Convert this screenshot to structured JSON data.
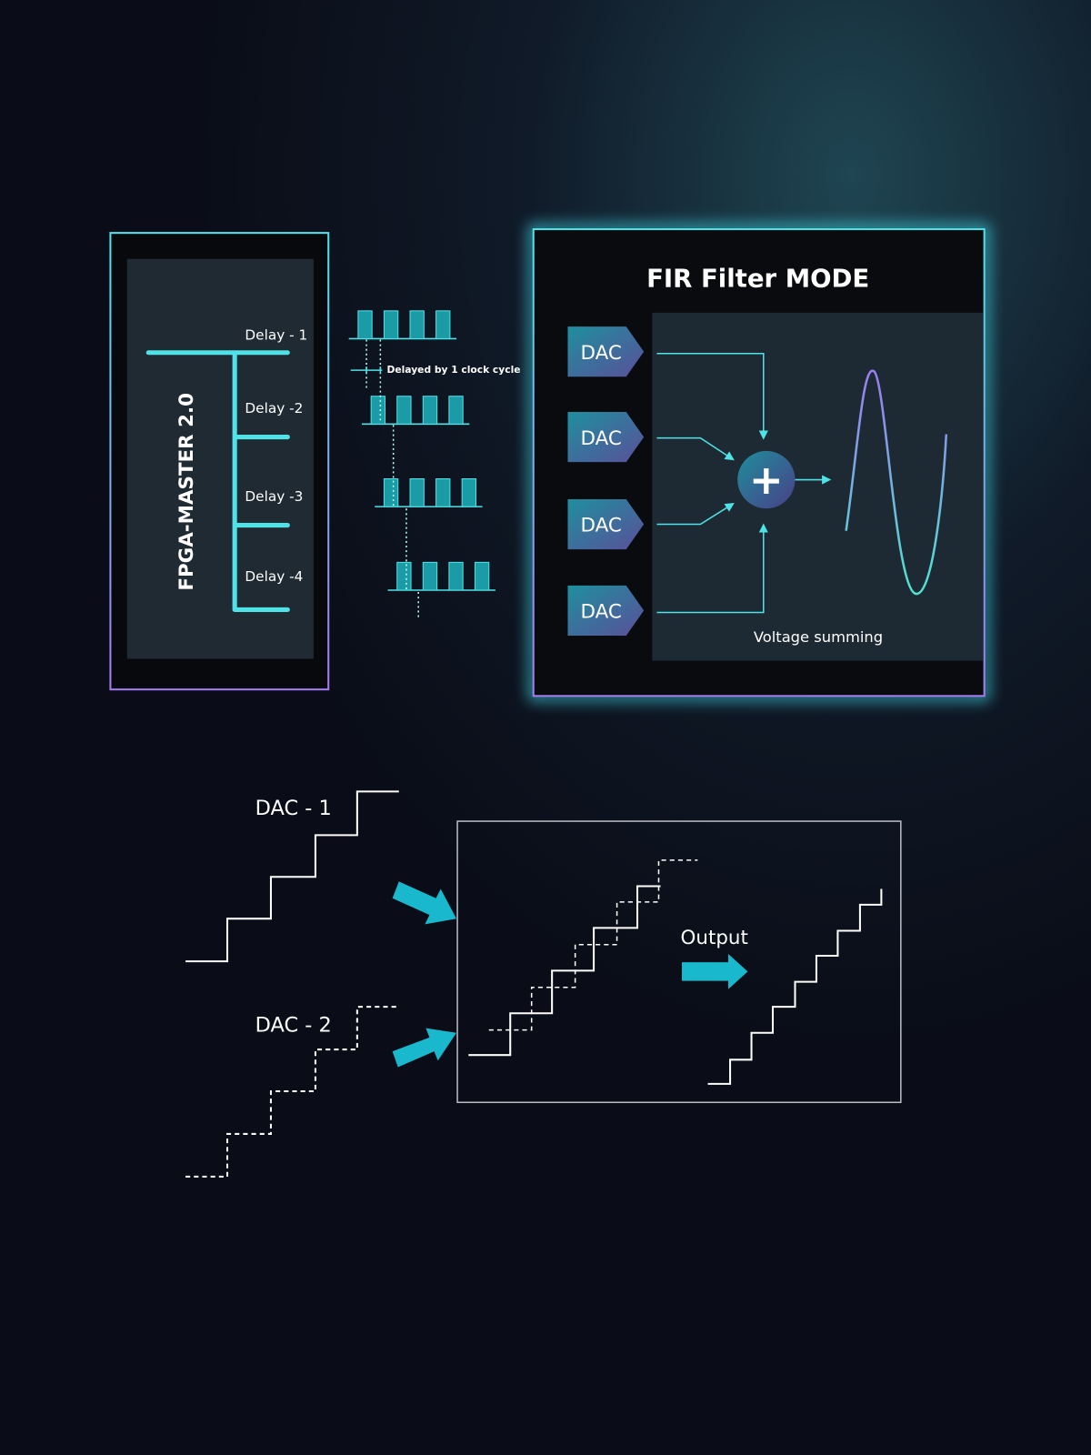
{
  "fpga": {
    "title": "FPGA-MASTER 2.0",
    "delays": [
      "Delay - 1",
      "Delay -2",
      "Delay -3",
      "Delay -4"
    ],
    "delay_note": "Delayed by 1 clock cycle"
  },
  "fir": {
    "title": "FIR Filter MODE",
    "dac_labels": [
      "DAC",
      "DAC",
      "DAC",
      "DAC"
    ],
    "summing_label": "Voltage summing",
    "sum_symbol": "+"
  },
  "bottom": {
    "dac1_label": "DAC - 1",
    "dac2_label": "DAC - 2",
    "output_label": "Output"
  },
  "colors": {
    "cyan": "#4fe3e8",
    "purple": "#9b6cf0",
    "arrow_cyan": "#19b8cc",
    "background": "#0a0d17"
  }
}
